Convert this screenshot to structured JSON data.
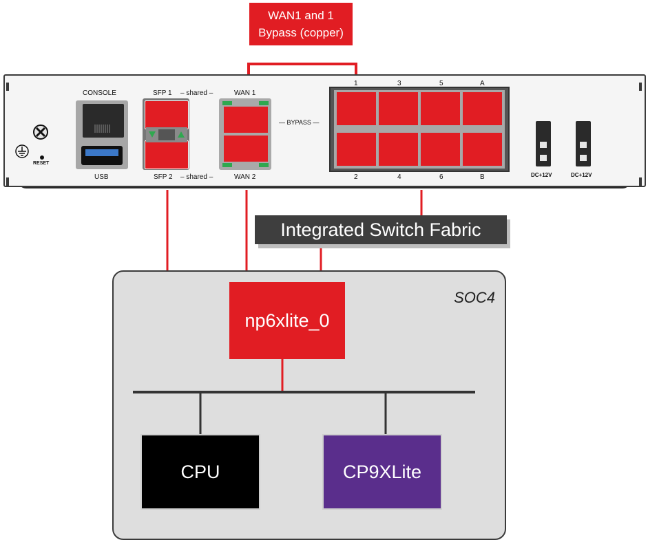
{
  "callout": {
    "line1": "WAN1 and 1",
    "line2": "Bypass (copper)"
  },
  "device": {
    "console_label": "CONSOLE",
    "usb_label": "USB",
    "reset_label": "RESET",
    "sfp1_label": "SFP 1",
    "sfp2_label": "SFP 2",
    "shared_top": "– shared –",
    "shared_bottom": "– shared –",
    "wan1_label": "WAN 1",
    "wan2_label": "WAN 2",
    "bypass_label": "— BYPASS —",
    "switch_top_labels": [
      "1",
      "3",
      "5",
      "A"
    ],
    "switch_bottom_labels": [
      "2",
      "4",
      "6",
      "B"
    ],
    "power_labels": [
      "DC+12V",
      "DC+12V"
    ]
  },
  "fabric_label": "Integrated Switch Fabric",
  "soc_label": "SOC4",
  "np6_label": "np6xlite_0",
  "cpu_label": "CPU",
  "cp9_label": "CP9XLite",
  "colors": {
    "red": "#e11d23",
    "dark_gray": "#3e3e3e",
    "purple": "#5a2e8c",
    "soc_fill": "#dedede"
  }
}
